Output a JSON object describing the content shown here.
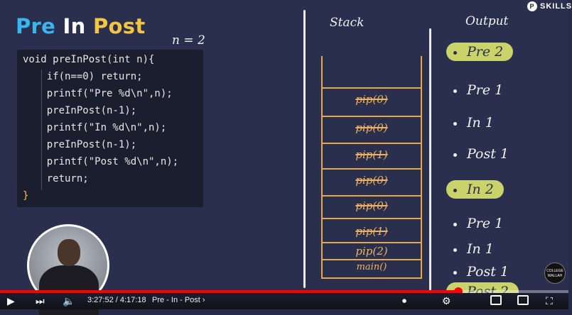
{
  "title": {
    "pre": "Pre",
    "in": "In",
    "post": "Post"
  },
  "n_note": "n = 2",
  "code_lines": [
    "void preInPost(int n){",
    "    if(n==0) return;",
    "    printf(\"Pre %d\\n\",n);",
    "    preInPost(n-1);",
    "    printf(\"In %d\\n\",n);",
    "    preInPost(n-1);",
    "    printf(\"Post %d\\n\",n);",
    "    return;",
    "}"
  ],
  "stack": {
    "heading": "Stack",
    "frames": [
      {
        "label": "pip(0)",
        "struck": true
      },
      {
        "label": "pip(0)",
        "struck": true
      },
      {
        "label": "pip(1)",
        "struck": true
      },
      {
        "label": "pip(0)",
        "struck": true
      },
      {
        "label": "pip(0)",
        "struck": true
      },
      {
        "label": "pip(1)",
        "struck": true
      },
      {
        "label": "pip(2)",
        "struck": false
      },
      {
        "label": "main()",
        "struck": false
      }
    ]
  },
  "output": {
    "heading": "Output",
    "items": [
      {
        "text": "Pre 2",
        "highlight": true
      },
      {
        "text": "Pre 1",
        "highlight": false
      },
      {
        "text": "In 1",
        "highlight": false
      },
      {
        "text": "Post 1",
        "highlight": false
      },
      {
        "text": "In 2",
        "highlight": true
      },
      {
        "text": "Pre 1",
        "highlight": false
      },
      {
        "text": "In 1",
        "highlight": false
      },
      {
        "text": "Post 1",
        "highlight": false
      },
      {
        "text": "Post 2",
        "highlight": true
      }
    ]
  },
  "brand_top": "SKILLS",
  "badge": "COLLEGE WALLAH",
  "player": {
    "current_time": "3:27:52",
    "total_time": "4:17:18",
    "time_text": "3:27:52 / 4:17:18",
    "chapter": "Pre - In - Post",
    "progress_fraction": 0.806,
    "accent": "#ff0000"
  }
}
